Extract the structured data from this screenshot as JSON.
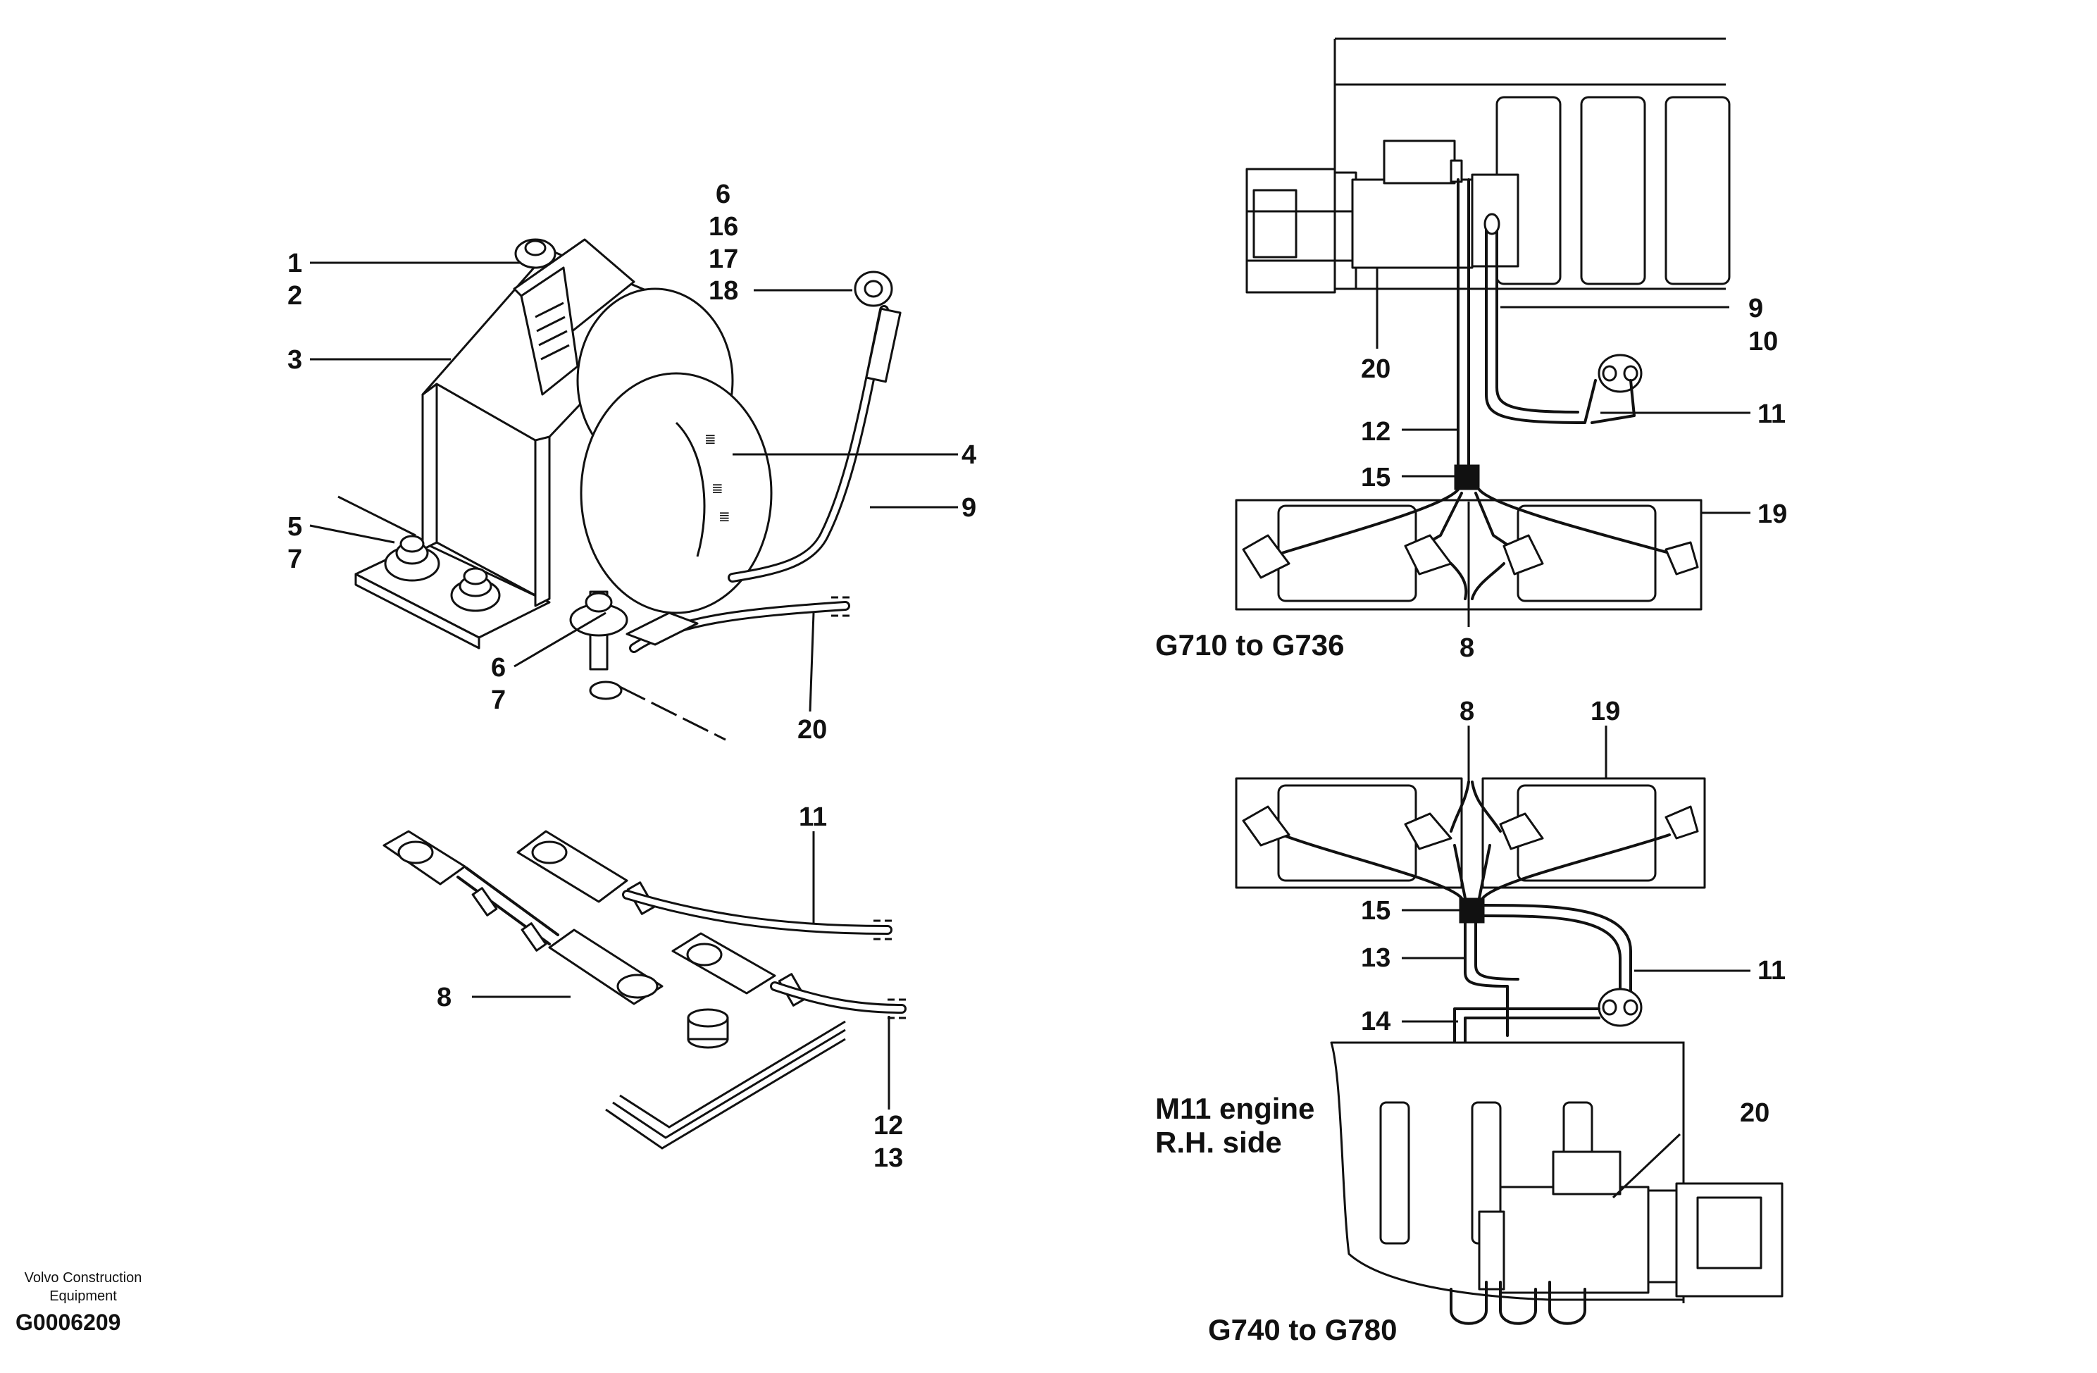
{
  "labels": {
    "top_left": {
      "c1": "1",
      "c2": "2",
      "c3": "3",
      "c4": "4",
      "c5": "5",
      "c7a": "7",
      "c6a": "6",
      "c16": "16",
      "c17": "17",
      "c18": "18",
      "c9": "9",
      "c6b": "6",
      "c7b": "7",
      "c20": "20"
    },
    "bottom_left": {
      "c11": "11",
      "c8": "8",
      "c12": "12",
      "c13": "13"
    },
    "top_right": {
      "c9": "9",
      "c10": "10",
      "c20": "20",
      "c11": "11",
      "c12": "12",
      "c15": "15",
      "c19": "19",
      "c8": "8"
    },
    "bottom_right": {
      "c8": "8",
      "c19": "19",
      "c15": "15",
      "c11": "11",
      "c13": "13",
      "c14": "14",
      "c20": "20"
    }
  },
  "captions": {
    "g710": "G710 to G736",
    "m11_line1": "M11 engine",
    "m11_line2": "R.H. side",
    "g740": "G740 to G780"
  },
  "footer": {
    "brand_line1": "Volvo Construction",
    "brand_line2": "Equipment",
    "code": "G0006209"
  }
}
